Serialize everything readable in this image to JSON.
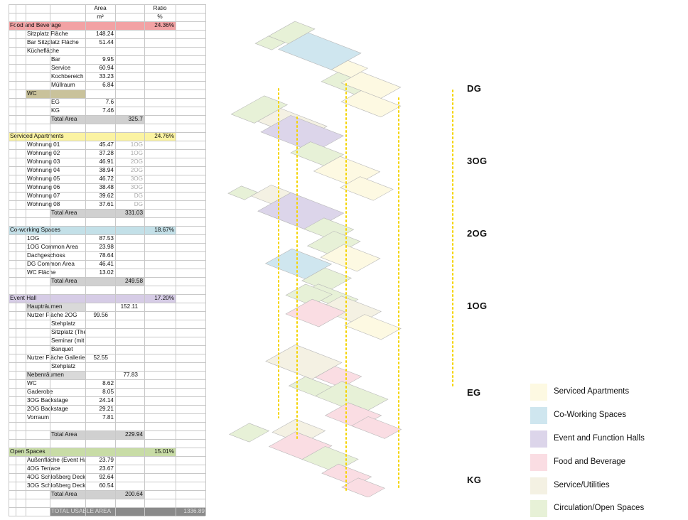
{
  "sheet": {
    "headers": {
      "area": "Area",
      "area_unit": "m²",
      "ratio": "Ratio",
      "ratio_unit": "%"
    },
    "sections": [
      {
        "name": "Food and Beverage",
        "ratio": "24.36%",
        "color": "#f2a2a4",
        "rows": [
          {
            "label": "Sitzplatz Fläche",
            "indent": 1,
            "value": "148.24"
          },
          {
            "label": "Bar Sitzplatz Fläche",
            "indent": 1,
            "value": "51.44"
          },
          {
            "label": "Küchefläche",
            "indent": 1
          },
          {
            "label": "Bar",
            "indent": 2,
            "value": "9.95"
          },
          {
            "label": "Service",
            "indent": 2,
            "value": "60.94"
          },
          {
            "label": "Kochbereich",
            "indent": 2,
            "value": "33.23"
          },
          {
            "label": "Müllraum",
            "indent": 2,
            "value": "6.84"
          },
          {
            "label": "WC",
            "indent": 1,
            "shade": "#c9c29b"
          },
          {
            "label": "EG",
            "indent": 2,
            "value": "7.6"
          },
          {
            "label": "KG",
            "indent": 2,
            "value": "7.46"
          },
          {
            "label": "Total Area",
            "indent": 2,
            "total": "325.7"
          }
        ]
      },
      {
        "name": "Serviced Apartments",
        "ratio": "24.76%",
        "color": "#fbf3a2",
        "rows": [
          {
            "label": "Wohnung 01",
            "indent": 1,
            "value": "45.47",
            "level": "1OG"
          },
          {
            "label": "Wohnung 02",
            "indent": 1,
            "value": "37.28",
            "level": "1OG"
          },
          {
            "label": "Wohnung 03",
            "indent": 1,
            "value": "46.91",
            "level": "2OG"
          },
          {
            "label": "Wohnung 04",
            "indent": 1,
            "value": "38.94",
            "level": "2OG"
          },
          {
            "label": "Wohnung 05",
            "indent": 1,
            "value": "46.72",
            "level": "3OG"
          },
          {
            "label": "Wohnung 06",
            "indent": 1,
            "value": "38.48",
            "level": "3OG"
          },
          {
            "label": "Wohnung 07",
            "indent": 1,
            "value": "39.62",
            "level": "DG"
          },
          {
            "label": "Wohnung 08",
            "indent": 1,
            "value": "37.61",
            "level": "DG"
          },
          {
            "label": "Total Area",
            "indent": 2,
            "total": "331.03"
          }
        ]
      },
      {
        "name": "Co-working Spaces",
        "ratio": "18.67%",
        "color": "#c3e0e8",
        "rows": [
          {
            "label": "1OG",
            "indent": 1,
            "value": "87.53"
          },
          {
            "label": "1OG Common Area",
            "indent": 1,
            "value": "23.98"
          },
          {
            "label": "Dachgeschoss",
            "indent": 1,
            "value": "78.64"
          },
          {
            "label": "DG Common Area",
            "indent": 1,
            "value": "46.41"
          },
          {
            "label": "WC Fläche",
            "indent": 1,
            "value": "13.02"
          },
          {
            "label": "Total Area",
            "indent": 2,
            "total": "249.58"
          }
        ]
      },
      {
        "name": "Event Hall",
        "ratio": "17.20%",
        "color": "#d6cce6",
        "rows": [
          {
            "label": "Haupträumen",
            "indent": 1,
            "shade": "#d9d9d9",
            "subtotal": "152.11"
          },
          {
            "label": "Nutzer Fläche 2OG",
            "indent": 1,
            "value2": "99.56"
          },
          {
            "label": "Stehplatz",
            "indent": 2
          },
          {
            "label": "Sitzplatz (Theater)",
            "indent": 2
          },
          {
            "label": "Seminar (mit tische)",
            "indent": 2
          },
          {
            "label": "Banquet",
            "indent": 2
          },
          {
            "label": "Nutzer Fläche Gallerie",
            "indent": 1,
            "value2": "52.55"
          },
          {
            "label": "Stehplatz",
            "indent": 2
          },
          {
            "label": "Nebenräumen",
            "indent": 1,
            "shade": "#d9d9d9",
            "subtotal": "77.83"
          },
          {
            "label": "WC",
            "indent": 1,
            "value": "8.62"
          },
          {
            "label": "Gaderobe",
            "indent": 1,
            "value": "8.05"
          },
          {
            "label": "3OG Backstage",
            "indent": 1,
            "value": "24.14"
          },
          {
            "label": "2OG Backstage",
            "indent": 1,
            "value": "29.21"
          },
          {
            "label": "Vorraum",
            "indent": 1,
            "value": "7.81"
          },
          {
            "label": "",
            "indent": 1
          },
          {
            "label": "Total Area",
            "indent": 2,
            "total": "229.94"
          }
        ]
      },
      {
        "name": "Open Spaces",
        "ratio": "15.01%",
        "color": "#c8dca6",
        "rows": [
          {
            "label": "Außenfläche (Event Hall)",
            "indent": 1,
            "value": "23.79"
          },
          {
            "label": "4OG Terrace",
            "indent": 1,
            "value": "23.67"
          },
          {
            "label": "4OG Schloßberg Deck",
            "indent": 1,
            "value": "92.64"
          },
          {
            "label": "3OG Schloßberg Deck",
            "indent": 1,
            "value": "60.54"
          },
          {
            "label": "Total Area",
            "indent": 2,
            "total": "200.64"
          }
        ]
      }
    ],
    "grand_total": {
      "label": "TOTAL USABLE AREA",
      "value": "1336.89"
    }
  },
  "floors": [
    "DG",
    "3OG",
    "2OG",
    "1OG",
    "EG",
    "KG"
  ],
  "legend": [
    {
      "label": "Serviced Apartments",
      "color": "#fdf9e2"
    },
    {
      "label": "Co-Working Spaces",
      "color": "#cfe6ef"
    },
    {
      "label": "Event and Function Halls",
      "color": "#dcd5ea"
    },
    {
      "label": "Food and Beverage",
      "color": "#fadde3"
    },
    {
      "label": "Service/Utilities",
      "color": "#f4f1e3"
    },
    {
      "label": "Circulation/Open Spaces",
      "color": "#e7f1d7"
    }
  ],
  "colors": {
    "dotted_line": "#f5d400",
    "total_shade": "#d0d0d0",
    "grand_total_shade": "#8a8a8a",
    "outline": "#b8b8b8"
  }
}
